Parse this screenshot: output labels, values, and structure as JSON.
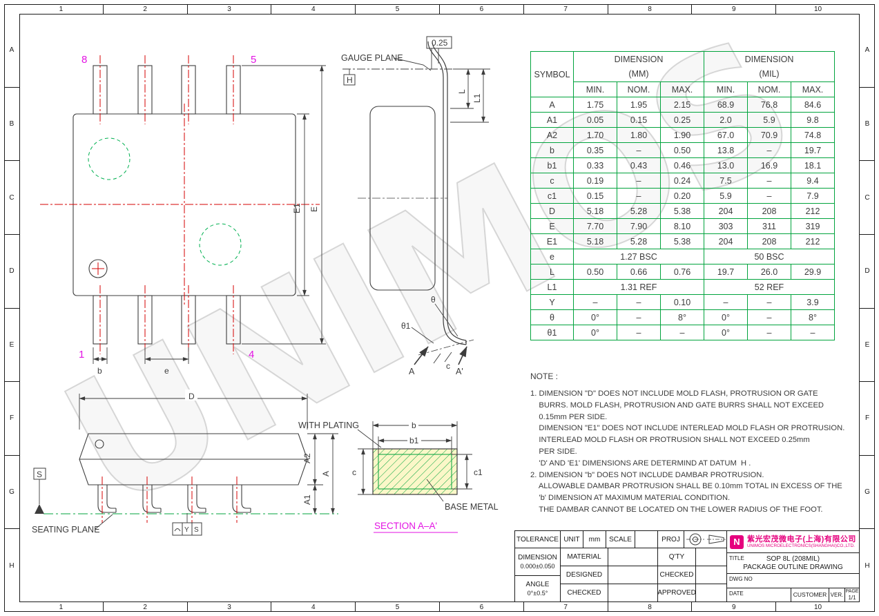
{
  "colors": {
    "drawing_line": "#3c3c3c",
    "table_line": "#00a33c",
    "centerline_red": "#d40000",
    "detail_green": "#00b050",
    "magenta": "#e312e3",
    "logo_magenta": "#e6007e",
    "watermark_gray": "#cccccc"
  },
  "watermark": "UNIMOS",
  "grid": {
    "cols": [
      "1",
      "2",
      "3",
      "4",
      "5",
      "6",
      "7",
      "8",
      "9",
      "10"
    ],
    "rows": [
      "A",
      "B",
      "C",
      "D",
      "E",
      "F",
      "G",
      "H"
    ]
  },
  "top_view": {
    "pin8": "8",
    "pin5": "5",
    "pin1": "1",
    "pin4": "4",
    "dim_b": "b",
    "dim_e": "e",
    "dim_E1": "E1",
    "dim_E": "E"
  },
  "gauge_view": {
    "gauge_plane": "GAUGE PLANE",
    "dim_025": "0.25",
    "datum_h": "H",
    "dim_L": "L",
    "dim_L1": "L1",
    "dim_theta": "θ",
    "dim_theta1": "θ1",
    "dim_c": "c",
    "sec_a": "A",
    "sec_a_prime": "A'"
  },
  "side_view": {
    "dim_D": "D",
    "dim_A": "A",
    "dim_A2": "A2",
    "dim_A1": "A1",
    "datum_s": "S",
    "datum_y": "Y",
    "datum_s2": "S",
    "seating_plane": "SEATING PLANE"
  },
  "section_view": {
    "with_plating": "WITH PLATING",
    "base_metal": "BASE METAL",
    "title": "SECTION A–A'",
    "dim_b": "b",
    "dim_b1": "b1",
    "dim_c": "c",
    "dim_c1": "c1"
  },
  "dim_table": {
    "header": {
      "symbol": "SYMBOL",
      "mm_title": "DIMENSION",
      "mm_sub": "(MM)",
      "mil_title": "DIMENSION",
      "mil_sub": "(MIL)",
      "cols": [
        "MIN.",
        "NOM.",
        "MAX.",
        "MIN.",
        "NOM.",
        "MAX."
      ]
    },
    "rows": [
      {
        "sym": "A",
        "cells": [
          "1.75",
          "1.95",
          "2.15",
          "68.9",
          "76.8",
          "84.6"
        ]
      },
      {
        "sym": "A1",
        "cells": [
          "0.05",
          "0.15",
          "0.25",
          "2.0",
          "5.9",
          "9.8"
        ]
      },
      {
        "sym": "A2",
        "cells": [
          "1.70",
          "1.80",
          "1.90",
          "67.0",
          "70.9",
          "74.8"
        ]
      },
      {
        "sym": "b",
        "cells": [
          "0.35",
          "–",
          "0.50",
          "13.8",
          "–",
          "19.7"
        ]
      },
      {
        "sym": "b1",
        "cells": [
          "0.33",
          "0.43",
          "0.46",
          "13.0",
          "16.9",
          "18.1"
        ]
      },
      {
        "sym": "c",
        "cells": [
          "0.19",
          "–",
          "0.24",
          "7.5",
          "–",
          "9.4"
        ]
      },
      {
        "sym": "c1",
        "cells": [
          "0.15",
          "–",
          "0.20",
          "5.9",
          "–",
          "7.9"
        ]
      },
      {
        "sym": "D",
        "cells": [
          "5.18",
          "5.28",
          "5.38",
          "204",
          "208",
          "212"
        ]
      },
      {
        "sym": "E",
        "cells": [
          "7.70",
          "7.90",
          "8.10",
          "303",
          "311",
          "319"
        ]
      },
      {
        "sym": "E1",
        "cells": [
          "5.18",
          "5.28",
          "5.38",
          "204",
          "208",
          "212"
        ]
      },
      {
        "sym": "e",
        "span_mm": "1.27 BSC",
        "span_mil": "50 BSC"
      },
      {
        "sym": "L",
        "cells": [
          "0.50",
          "0.66",
          "0.76",
          "19.7",
          "26.0",
          "29.9"
        ]
      },
      {
        "sym": "L1",
        "span_mm": "1.31 REF",
        "span_mil": "52 REF"
      },
      {
        "sym": "Y",
        "cells": [
          "–",
          "–",
          "0.10",
          "–",
          "–",
          "3.9"
        ]
      },
      {
        "sym": "θ",
        "cells": [
          "0°",
          "–",
          "8°",
          "0°",
          "–",
          "8°"
        ]
      },
      {
        "sym": "θ1",
        "cells": [
          "0°",
          "–",
          "–",
          "0°",
          "–",
          "–"
        ]
      }
    ]
  },
  "notes": {
    "title": "NOTE :",
    "lines": [
      "1. DIMENSION \"D\" DOES NOT INCLUDE MOLD FLASH, PROTRUSION OR GATE",
      "    BURRS. MOLD FLASH, PROTRUSION AND GATE BURRS SHALL NOT EXCEED",
      "    0.15mm PER SIDE.",
      "    DIMENSION \"E1\" DOES NOT INCLUDE INTERLEAD MOLD FLASH OR PROTRUSION.",
      "    INTERLEAD MOLD FLASH OR PROTRUSION SHALL NOT EXCEED 0.25mm",
      "    PER SIDE.",
      "    'D' AND 'E1' DIMENSIONS ARE DETERMIND AT DATUM  H .",
      "2. DIMENSION \"b\" DOES NOT INCLUDE DAMBAR PROTRUSION.",
      "    ALLOWABLE DAMBAR PROTRUSION SHALL BE 0.10mm TOTAL IN EXCESS OF THE",
      "    'b' DIMENSION AT MAXIMUM MATERIAL CONDITION.",
      "    THE DAMBAR CANNOT BE LOCATED ON THE LOWER RADIUS OF THE FOOT."
    ]
  },
  "title_block": {
    "tolerance": "TOLERANCE",
    "unit": "UNIT",
    "unit_value": "mm",
    "scale": "SCALE",
    "proj": "PROJ",
    "dimension": "DIMENSION",
    "dimension_tol": "0.000±0.050",
    "angle": "ANGLE",
    "angle_tol": "0°±0.5°",
    "material": "MATERIAL",
    "designed": "DESIGNED",
    "checked1": "CHECKED",
    "qty": "Q'TY",
    "checked2": "CHECKED",
    "approved": "APPROVED",
    "title_label": "TITLE",
    "title_line1": "SOP 8L (208MIL)",
    "title_line2": "PACKAGE OUTLINE DRAWING",
    "dwg_no": "DWG NO",
    "date": "DATE",
    "customer": "CUSTOMER",
    "ver": "VER.",
    "page": "PAGE",
    "page_value": "1/1",
    "logo_icon": "N",
    "logo_cn": "紫光宏茂微电子(上海)有限公司",
    "logo_en": "UNIMOS MICROELECTRONICS(SHANGHAI)CO.,LTD."
  }
}
